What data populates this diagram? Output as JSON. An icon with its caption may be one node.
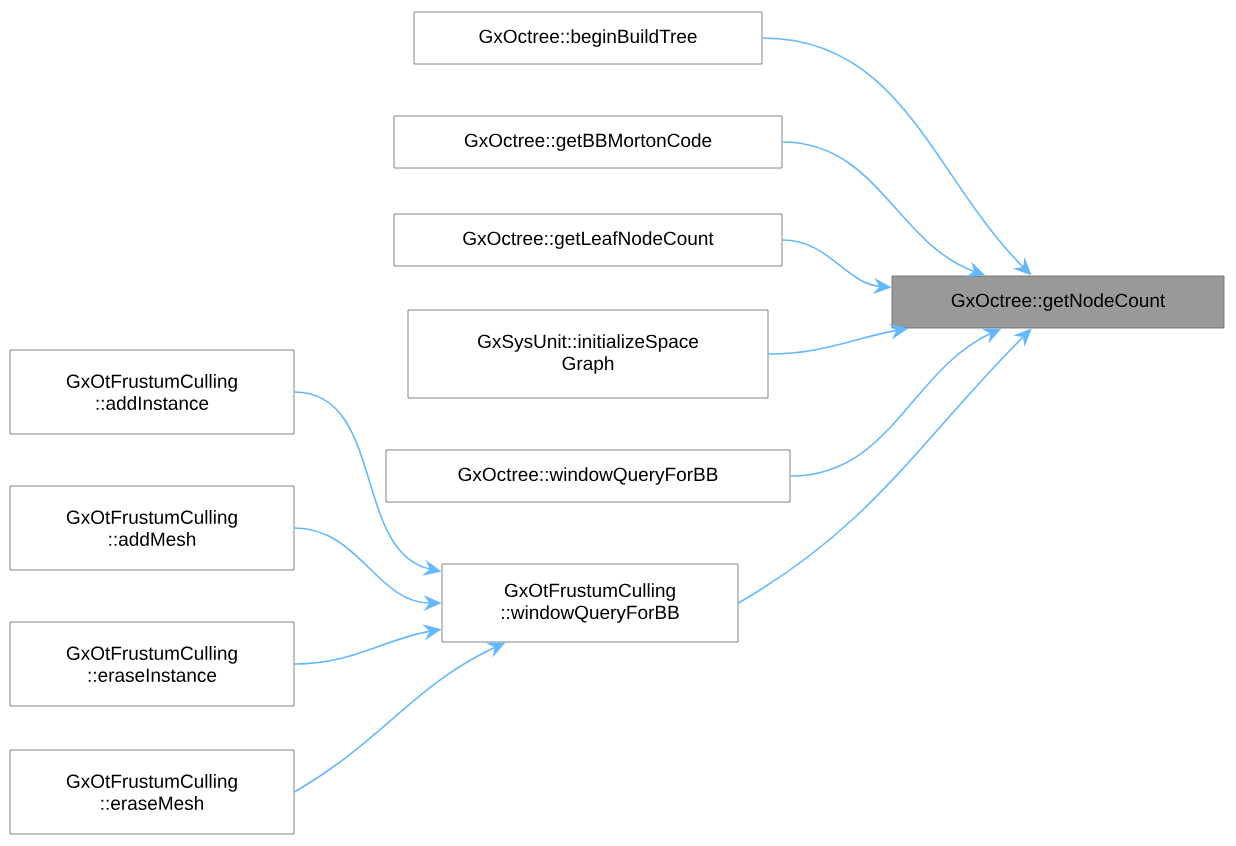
{
  "diagram": {
    "nodes": [
      {
        "text": [
          "GxOctree::getNodeCount"
        ]
      },
      {
        "text": [
          "GxOctree::beginBuildTree"
        ]
      },
      {
        "text": [
          "GxOctree::getBBMortonCode"
        ]
      },
      {
        "text": [
          "GxOctree::getLeafNodeCount"
        ]
      },
      {
        "text": [
          "GxSysUnit::initializeSpace Graph"
        ]
      },
      {
        "text": [
          "GxOctree::windowQueryForBB"
        ]
      },
      {
        "text": [
          "GxOtFrustumCulling ::windowQueryForBB"
        ]
      },
      {
        "text": [
          "GxOtFrustumCulling ::addInstance"
        ]
      },
      {
        "text": [
          "GxOtFrustumCulling ::addMesh"
        ]
      },
      {
        "text": [
          "GxOtFrustumCulling ::eraseInstance"
        ]
      },
      {
        "text": [
          "GxOtFrustumCulling ::eraseMesh"
        ]
      }
    ],
    "edges": [
      {
        "from": 1,
        "to": 0,
        "arrow": "to"
      },
      {
        "from": 2,
        "to": 0,
        "arrow": "to"
      },
      {
        "from": 3,
        "to": 0,
        "arrow": "to"
      },
      {
        "from": 4,
        "to": 0,
        "arrow": "to"
      },
      {
        "from": 5,
        "to": 0,
        "arrow": "to"
      },
      {
        "from": 6,
        "to": 0,
        "arrow": "to"
      },
      {
        "from": 7,
        "to": 6,
        "arrow": "to"
      },
      {
        "from": 8,
        "to": 6,
        "arrow": "to"
      },
      {
        "from": 9,
        "to": 6,
        "arrow": "to"
      },
      {
        "from": 10,
        "to": 6,
        "arrow": "to"
      }
    ]
  }
}
